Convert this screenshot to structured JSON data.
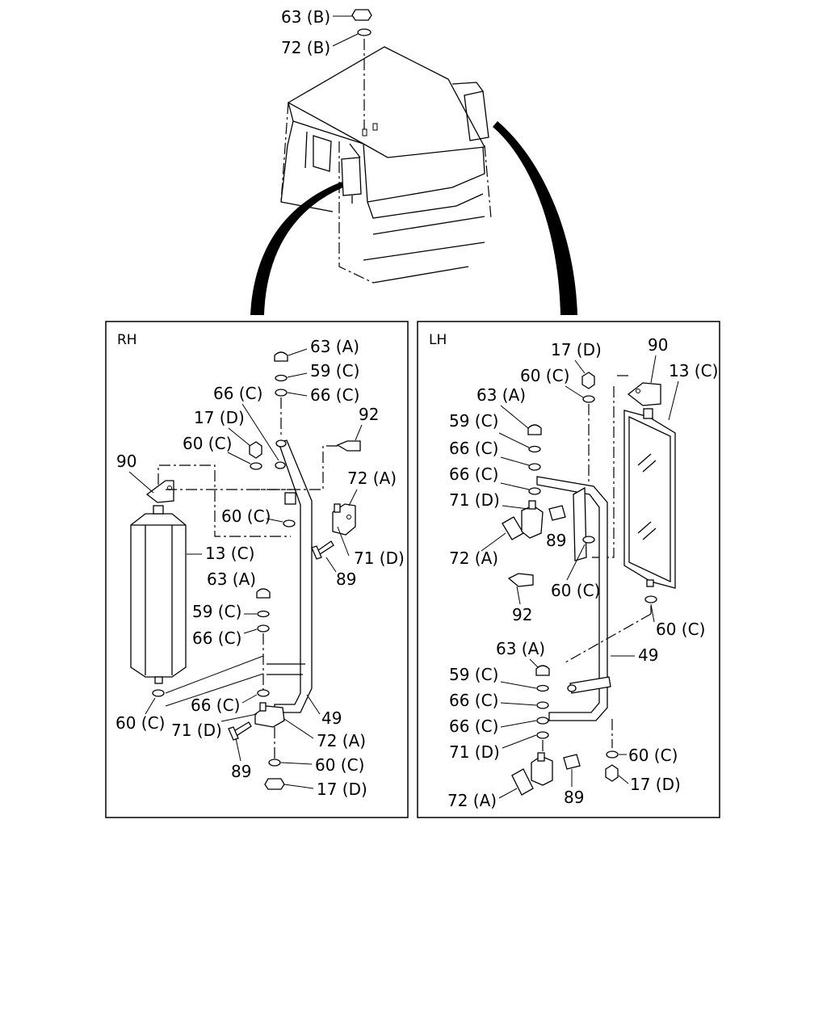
{
  "panels": {
    "rh": {
      "title": "RH"
    },
    "lh": {
      "title": "LH"
    }
  },
  "labels": {
    "top": {
      "p63b": "63 (B)",
      "p72b": "72 (B)"
    },
    "rh": {
      "p63a_top": "63 (A)",
      "p59c_top": "59 (C)",
      "p66c_top_r": "66 (C)",
      "p66c_top_l": "66 (C)",
      "p17d_top": "17 (D)",
      "p60c_top": "60 (C)",
      "p92": "92",
      "p90": "90",
      "p72a_top": "72 (A)",
      "p60c_mid": "60 (C)",
      "p71d_top": "71 (D)",
      "p13c": "13 (C)",
      "p89_top": "89",
      "p63a_bot": "63 (A)",
      "p59c_bot": "59 (C)",
      "p66c_bot1": "66 (C)",
      "p66c_bot2": "66 (C)",
      "p49": "49",
      "p60c_left": "60 (C)",
      "p71d_bot": "71 (D)",
      "p72a_bot": "72 (A)",
      "p89_bot": "89",
      "p60c_bot": "60 (C)",
      "p17d_bot": "17 (D)"
    },
    "lh": {
      "p17d_top": "17 (D)",
      "p90": "90",
      "p60c_top": "60 (C)",
      "p13c": "13 (C)",
      "p63a_top": "63 (A)",
      "p59c_top": "59 (C)",
      "p66c_top1": "66 (C)",
      "p66c_top2": "66 (C)",
      "p71d_top": "71 (D)",
      "p89_top": "89",
      "p72a_top": "72 (A)",
      "p60c_mid": "60 (C)",
      "p92": "92",
      "p60c_right": "60 (C)",
      "p49": "49",
      "p63a_bot": "63 (A)",
      "p59c_bot": "59 (C)",
      "p66c_bot1": "66 (C)",
      "p66c_bot2": "66 (C)",
      "p71d_bot": "71 (D)",
      "p60c_bot": "60 (C)",
      "p17d_bot": "17 (D)",
      "p72a_bot": "72 (A)",
      "p89_bot": "89"
    }
  }
}
